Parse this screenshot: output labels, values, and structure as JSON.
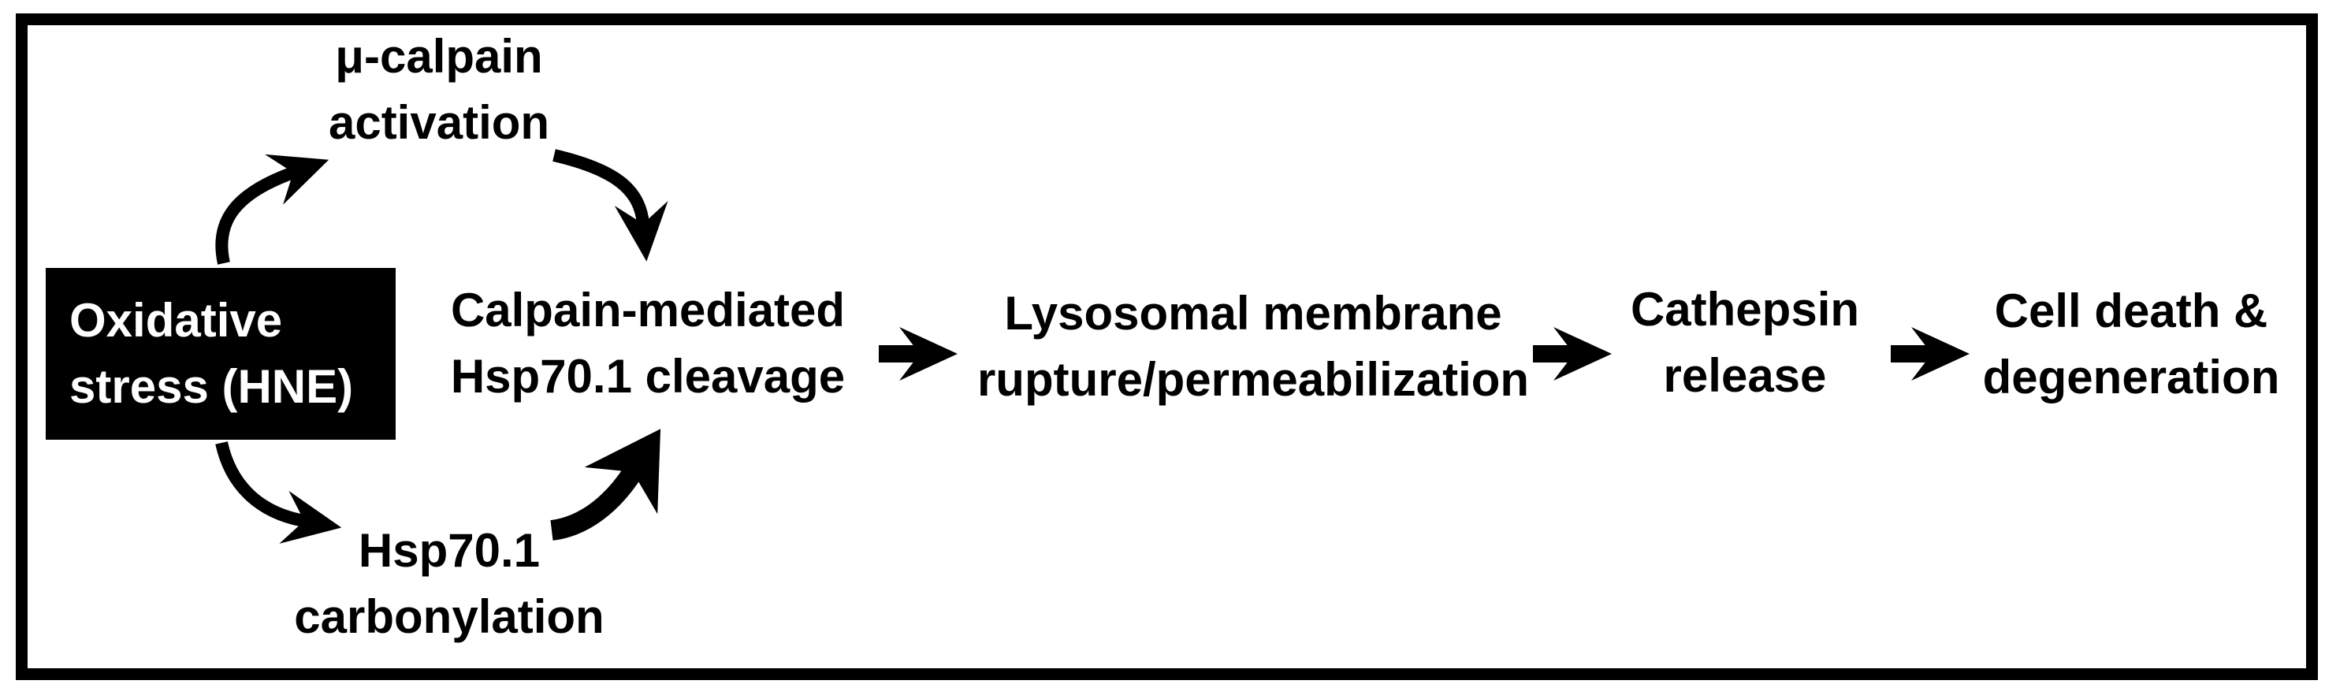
{
  "figure": {
    "type": "signaling-pathway-flow-diagram",
    "background_color": "#ffffff",
    "foreground_color": "#000000",
    "border_color": "#000000"
  },
  "nodes": {
    "oxidative_stress": {
      "lines": [
        "Oxidative",
        "stress (HNE)"
      ],
      "emphasis": "white-text-on-black-box"
    },
    "mu_calpain": {
      "lines": [
        "μ-calpain",
        "activation"
      ]
    },
    "hsp70_carbonylation": {
      "lines": [
        "Hsp70.1",
        "carbonylation"
      ]
    },
    "calpain_cleavage": {
      "lines": [
        "Calpain-mediated",
        "Hsp70.1 cleavage"
      ]
    },
    "lysosomal_rupture": {
      "lines": [
        "Lysosomal membrane",
        "rupture/permeabilization"
      ]
    },
    "cathepsin_release": {
      "lines": [
        "Cathepsin",
        "release"
      ]
    },
    "cell_death": {
      "lines": [
        "Cell death &",
        "degeneration"
      ]
    }
  },
  "edges": [
    {
      "from": "oxidative_stress",
      "to": "mu_calpain",
      "style": "curved-arrow"
    },
    {
      "from": "mu_calpain",
      "to": "calpain_cleavage",
      "style": "curved-arrow"
    },
    {
      "from": "oxidative_stress",
      "to": "hsp70_carbonylation",
      "style": "curved-arrow"
    },
    {
      "from": "hsp70_carbonylation",
      "to": "calpain_cleavage",
      "style": "curved-arrow-thick"
    },
    {
      "from": "calpain_cleavage",
      "to": "lysosomal_rupture",
      "style": "straight-arrow"
    },
    {
      "from": "lysosomal_rupture",
      "to": "cathepsin_release",
      "style": "straight-arrow"
    },
    {
      "from": "cathepsin_release",
      "to": "cell_death",
      "style": "straight-arrow"
    }
  ]
}
